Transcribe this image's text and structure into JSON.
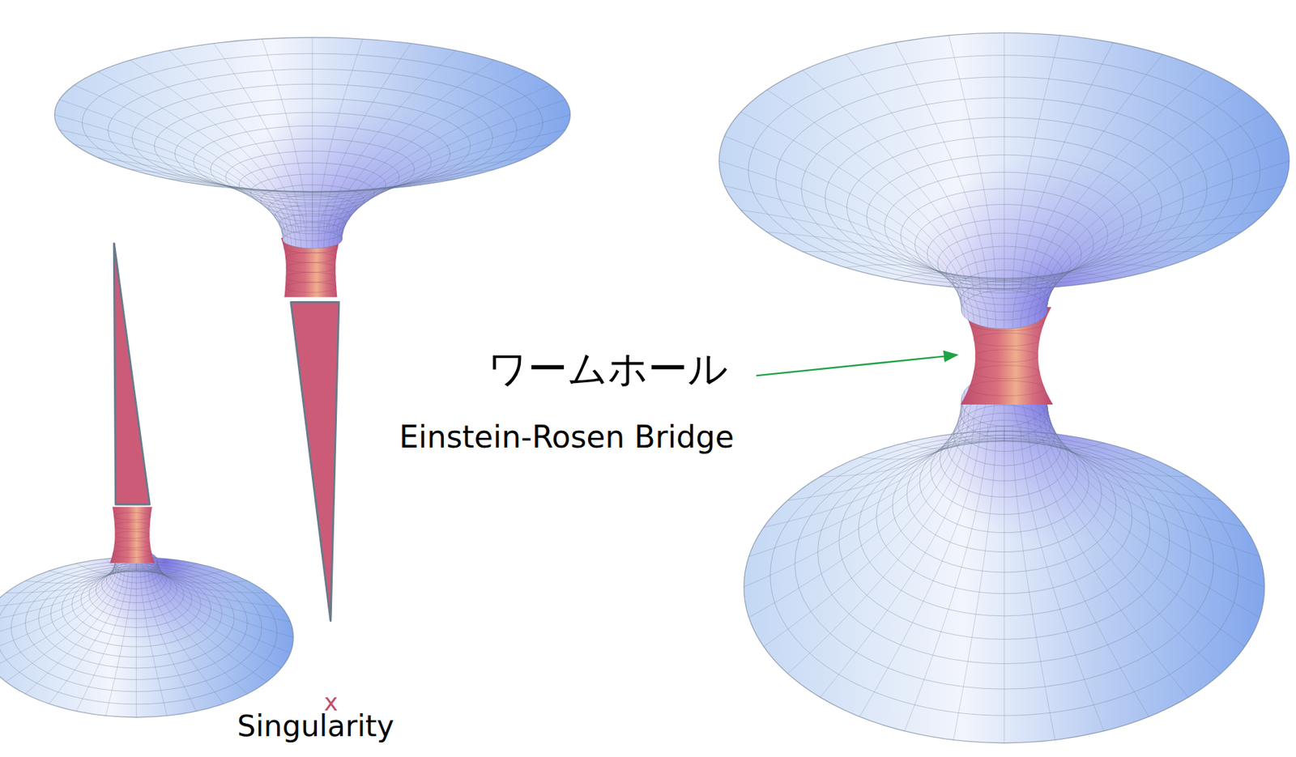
{
  "diagram": {
    "labels": [
      "ワームホール",
      "Einstein-Rosen Bridge",
      "x",
      "Singularity"
    ]
  }
}
